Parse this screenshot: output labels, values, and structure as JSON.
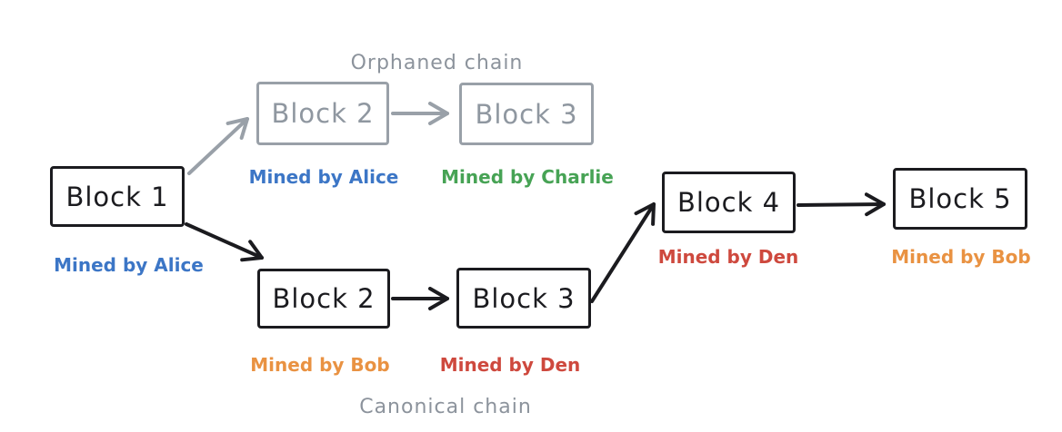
{
  "diagram": {
    "chains": {
      "orphaned": {
        "label": "Orphaned chain"
      },
      "canonical": {
        "label": "Canonical chain"
      }
    },
    "blocks": [
      {
        "id": "block-1",
        "label": "Block 1",
        "miner": "Mined by Alice",
        "miner_color": "#3c76c6",
        "chain": "shared"
      },
      {
        "id": "orphan-block-2",
        "label": "Block 2",
        "miner": "Mined by Alice",
        "miner_color": "#3c76c6",
        "chain": "orphaned"
      },
      {
        "id": "orphan-block-3",
        "label": "Block 3",
        "miner": "Mined by Charlie",
        "miner_color": "#47a355",
        "chain": "orphaned"
      },
      {
        "id": "canon-block-2",
        "label": "Block 2",
        "miner": "Mined by Bob",
        "miner_color": "#e99242",
        "chain": "canonical"
      },
      {
        "id": "canon-block-3",
        "label": "Block 3",
        "miner": "Mined by Den",
        "miner_color": "#ce493e",
        "chain": "canonical"
      },
      {
        "id": "block-4",
        "label": "Block 4",
        "miner": "Mined by Den",
        "miner_color": "#ce493e",
        "chain": "canonical"
      },
      {
        "id": "block-5",
        "label": "Block 5",
        "miner": "Mined by Bob",
        "miner_color": "#e99242",
        "chain": "canonical"
      }
    ],
    "colors": {
      "ink_black": "#1b1b1f",
      "orphaned_gray": "#99a0a8",
      "label_gray": "#8c939c",
      "blue": "#3c76c6",
      "green": "#47a355",
      "orange": "#e99242",
      "red": "#ce493e"
    }
  }
}
